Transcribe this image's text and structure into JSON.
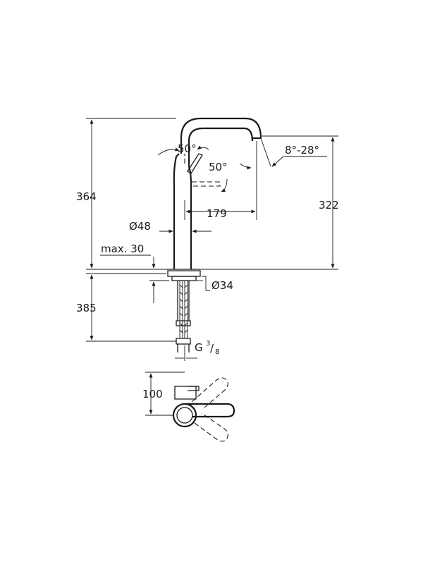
{
  "dimensions": {
    "total_height": "364",
    "spout_height": "322",
    "below_deck": "385",
    "spout_reach": "179",
    "body_diameter": "Ø48",
    "max_deck": "max. 30",
    "shank_diameter": "Ø34",
    "connection_prefix": "G",
    "connection_num": "3",
    "connection_den": "8",
    "lever_angle_front": "50°",
    "lever_angle_side": "50°",
    "spout_angle": "8°-28°",
    "lever_clearance": "100"
  },
  "colors": {
    "line": "#1a1a1a",
    "background": "#ffffff"
  }
}
